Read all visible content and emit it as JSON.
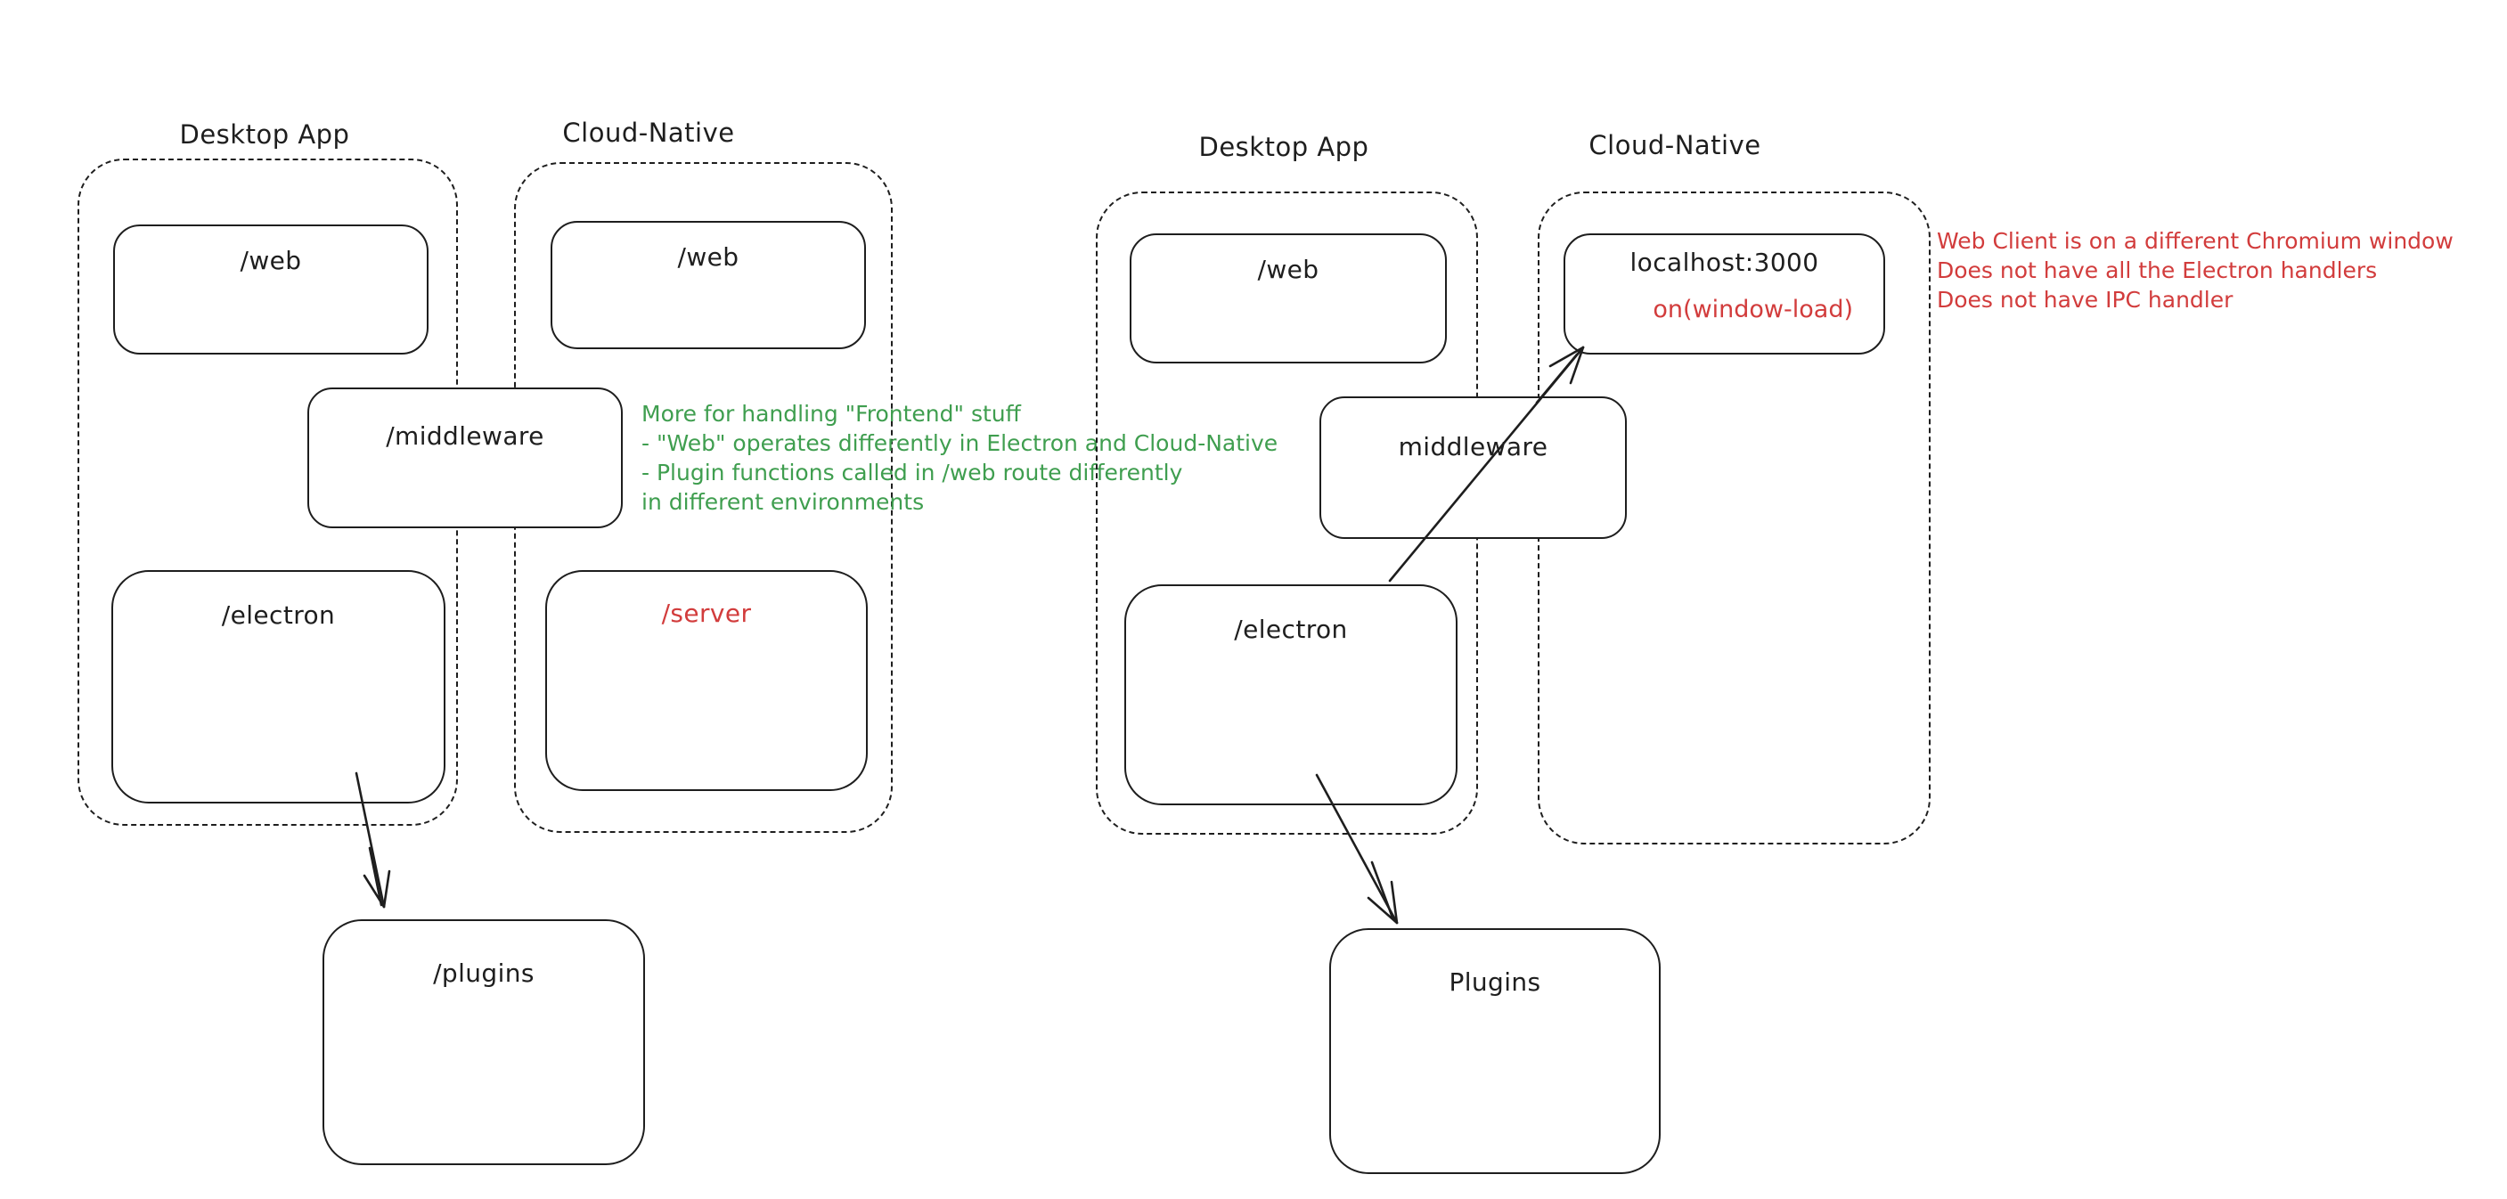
{
  "colors": {
    "stroke": "#1e1e1e",
    "green": "#3f9e4f",
    "red": "#d23c3c",
    "bg": "#ffffff"
  },
  "left_diagram": {
    "desktop_label": "Desktop App",
    "cloud_label": "Cloud-Native",
    "web_desktop": "/web",
    "web_cloud": "/web",
    "middleware": "/middleware",
    "electron": "/electron",
    "server": "/server",
    "plugins": "/plugins",
    "green_note": [
      "More for handling \"Frontend\" stuff",
      "- \"Web\" operates differently in Electron and Cloud-Native",
      "- Plugin functions called in /web route differently",
      "in different environments"
    ]
  },
  "right_diagram": {
    "desktop_label": "Desktop App",
    "cloud_label": "Cloud-Native",
    "web": "/web",
    "localhost": "localhost:3000",
    "on_window_load": "on(window-load)",
    "middleware": "middleware",
    "electron": "/electron",
    "plugins": "Plugins",
    "red_note": [
      "Web Client is on a different Chromium window",
      "Does not have all the Electron handlers",
      "Does not have IPC handler"
    ]
  }
}
